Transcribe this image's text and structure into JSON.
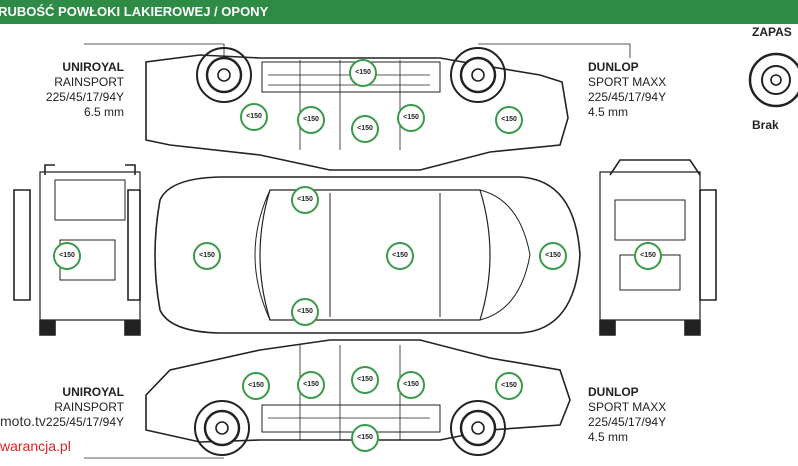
{
  "header": {
    "title": "GRUBOŚĆ POWŁOKI LAKIEROWEJ / OPONY"
  },
  "tires": {
    "front_left": {
      "brand": "UNIROYAL",
      "model": "RAINSPORT",
      "size": "225/45/17/94Y",
      "tread": "6.5 mm"
    },
    "rear_left": {
      "brand": "DUNLOP",
      "model": "SPORT MAXX",
      "size": "225/45/17/94Y",
      "tread": "4.5 mm"
    },
    "front_right": {
      "brand": "UNIROYAL",
      "model": "RAINSPORT",
      "size": "225/45/17/94Y",
      "tread": ""
    },
    "rear_right": {
      "brand": "DUNLOP",
      "model": "SPORT MAXX",
      "size": "225/45/17/94Y",
      "tread": "4.5 mm"
    }
  },
  "spare": {
    "title": "ZAPAS",
    "status": "Brak"
  },
  "measurements": {
    "value": "<150",
    "left_side": [
      "<150",
      "<150",
      "<150",
      "<150",
      "<150",
      "<150"
    ],
    "top_view": [
      "<150",
      "<150",
      "<150",
      "<150",
      "<150"
    ],
    "front_view": "<150",
    "rear_view": "<150",
    "right_side": [
      "<150",
      "<150",
      "<150",
      "<150",
      "<150",
      "<150"
    ]
  },
  "watermark": {
    "line1": "moto.tv",
    "line2": "warancja.pl"
  },
  "colors": {
    "accent": "#2e8b45",
    "marker": "#3a9a4a"
  }
}
